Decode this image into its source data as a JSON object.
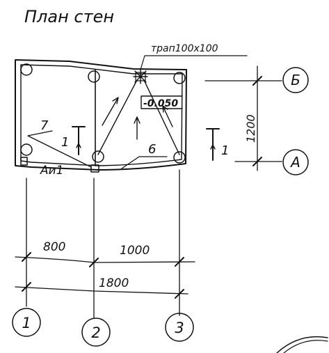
{
  "title": "План стен",
  "labels": {
    "drain": "трап100х100",
    "level_mark": "-0.050",
    "callout_7": "7",
    "callout_6": "6",
    "section_left": "1",
    "section_right": "1",
    "ai_label": "Аи1"
  },
  "axes": {
    "horizontal": [
      "Б",
      "А"
    ],
    "vertical": [
      "1",
      "2",
      "3"
    ]
  },
  "dimensions": {
    "vertical_span": "1200",
    "span_1_2": "800",
    "span_2_3": "1000",
    "overall": "1800"
  },
  "colors": {
    "ink": "#111111",
    "paper": "#ffffff"
  }
}
